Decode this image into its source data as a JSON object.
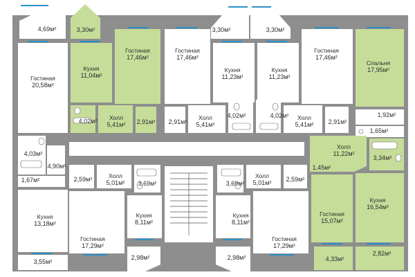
{
  "rooms": {
    "r1": {
      "name": "",
      "area": "4,69м²"
    },
    "r2": {
      "name": "",
      "area": "3,30м²"
    },
    "r3": {
      "name": "",
      "area": "3,30м²"
    },
    "r4": {
      "name": "",
      "area": "3,30м²"
    },
    "r5": {
      "name": "Гостиная",
      "area": "20,58м²"
    },
    "r6": {
      "name": "Кухня",
      "area": "11,04м²"
    },
    "r7": {
      "name": "Гостиная",
      "area": "17,46м²"
    },
    "r8": {
      "name": "Гостиная",
      "area": "17,46м²"
    },
    "r9": {
      "name": "Кухня",
      "area": "11,23м²"
    },
    "r10": {
      "name": "Кухня",
      "area": "11,23м²"
    },
    "r11": {
      "name": "Гостиная",
      "area": "17,46м²"
    },
    "r12": {
      "name": "Спальня",
      "area": "17,95м²"
    },
    "r13": {
      "name": "",
      "area": "4,02м²"
    },
    "r14": {
      "name": "Холл",
      "area": "5,41м²"
    },
    "r15": {
      "name": "",
      "area": "2,91м²"
    },
    "r16": {
      "name": "",
      "area": "2,91м²"
    },
    "r17": {
      "name": "Холл",
      "area": "5,41м²"
    },
    "r18": {
      "name": "",
      "area": "4,02м²"
    },
    "r19": {
      "name": "",
      "area": "4,02м²"
    },
    "r20": {
      "name": "Холл",
      "area": "5,41м²"
    },
    "r21": {
      "name": "",
      "area": "2,91м²"
    },
    "r22": {
      "name": "",
      "area": "1,92м²"
    },
    "r23": {
      "name": "",
      "area": "1,65м²"
    },
    "r24": {
      "name": "",
      "area": "4,03м²"
    },
    "r25": {
      "name": "",
      "area": "4,90м²"
    },
    "r26": {
      "name": "Холл",
      "area": "11,22м²"
    },
    "r27": {
      "name": "",
      "area": "3,34м²"
    },
    "r28": {
      "name": "",
      "area": "1,45м²"
    },
    "r29": {
      "name": "",
      "area": "2,59м²"
    },
    "r30": {
      "name": "Холл",
      "area": "5,01м²"
    },
    "r31": {
      "name": "",
      "area": "3,69м²"
    },
    "r32": {
      "name": "",
      "area": "3,69м²"
    },
    "r33": {
      "name": "Холл",
      "area": "5,01м²"
    },
    "r34": {
      "name": "",
      "area": "2,59м²"
    },
    "r35": {
      "name": "",
      "area": "1,67м²"
    },
    "r36": {
      "name": "Кухня",
      "area": "13,18м²"
    },
    "r37": {
      "name": "Кухня",
      "area": "8,11м²"
    },
    "r38": {
      "name": "Кухня",
      "area": "8,11м²"
    },
    "r39": {
      "name": "Гостиная",
      "area": "15,07м²"
    },
    "r40": {
      "name": "Кухня",
      "area": "16,54м²"
    },
    "r41": {
      "name": "Гостиная",
      "area": "17,29м²"
    },
    "r42": {
      "name": "Гостиная",
      "area": "17,29м²"
    },
    "r43": {
      "name": "",
      "area": "3,55м²"
    },
    "r44": {
      "name": "",
      "area": "2,98м²"
    },
    "r45": {
      "name": "",
      "area": "2,98м²"
    },
    "r46": {
      "name": "",
      "area": "4,33м²"
    },
    "r47": {
      "name": "",
      "area": "2,82м²"
    }
  },
  "colors": {
    "highlight": "#c6dd9a",
    "wall": "#8e8e8e",
    "window": "#2a8fc9"
  }
}
